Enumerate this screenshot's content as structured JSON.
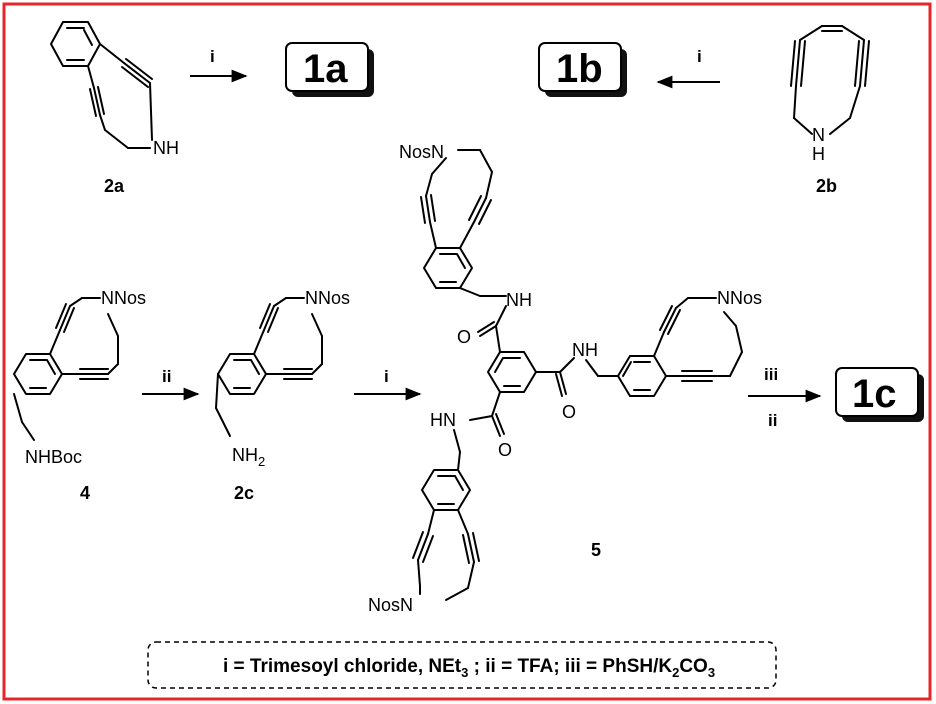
{
  "border_color": "#e8262a",
  "products": {
    "p1a": "1a",
    "p1b": "1b",
    "p1c": "1c"
  },
  "compounds": {
    "c2a": "2a",
    "c2b": "2b",
    "c4": "4",
    "c2c": "2c",
    "c5": "5"
  },
  "reagents": {
    "r_2a": "i",
    "r_2b": "i",
    "r_4": "ii",
    "r_2c": "i",
    "r_5_top": "iii",
    "r_5_bottom": "ii"
  },
  "atom_labels": {
    "nh": "NH",
    "n": "N",
    "h": "H",
    "nnos": "NNos",
    "nosn": "NosN",
    "nhboc": "NHBoc",
    "nh2_main": "NH",
    "nh2_sub": "2",
    "amide_nh": "NH",
    "amide_hn": "HN",
    "o": "O"
  },
  "conditions": {
    "part1": "i  = Trimesoyl chloride, NEt",
    "sub1": "3",
    "part2": " ; ii = TFA; iii = PhSH/K",
    "sub2": "2",
    "part3": "CO",
    "sub3": "3"
  }
}
